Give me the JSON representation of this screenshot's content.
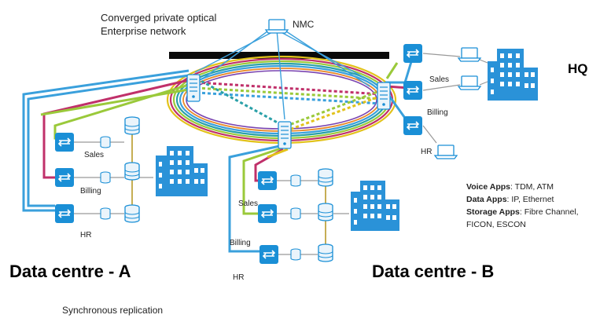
{
  "title_lines": [
    "Converged private optical",
    "Enterprise network"
  ],
  "nmc_label": "NMC",
  "hq_label": "HQ",
  "dc_a_label": "Data centre  - A",
  "dc_b_label": "Data centre  - B",
  "replication_label": "Synchronous replication",
  "dept": {
    "sales": "Sales",
    "billing": "Billing",
    "hr": "HR"
  },
  "apps": {
    "voice_key": "Voice Apps",
    "voice_val": ": TDM, ATM",
    "data_key": "Data Apps",
    "data_val": ": IP, Ethernet",
    "storage_key": "Storage Apps",
    "storage_val": ": Fibre Channel,",
    "storage_val2": "FICON, ESCON"
  },
  "colors": {
    "switch_blue": "#1a8fd6",
    "link_blue": "#3aa0dc",
    "link_red": "#c0306a",
    "link_green": "#9ac93a",
    "link_yellow": "#e2c21a",
    "link_teal": "#2aa0a8",
    "building_blue": "#2a92d8"
  }
}
